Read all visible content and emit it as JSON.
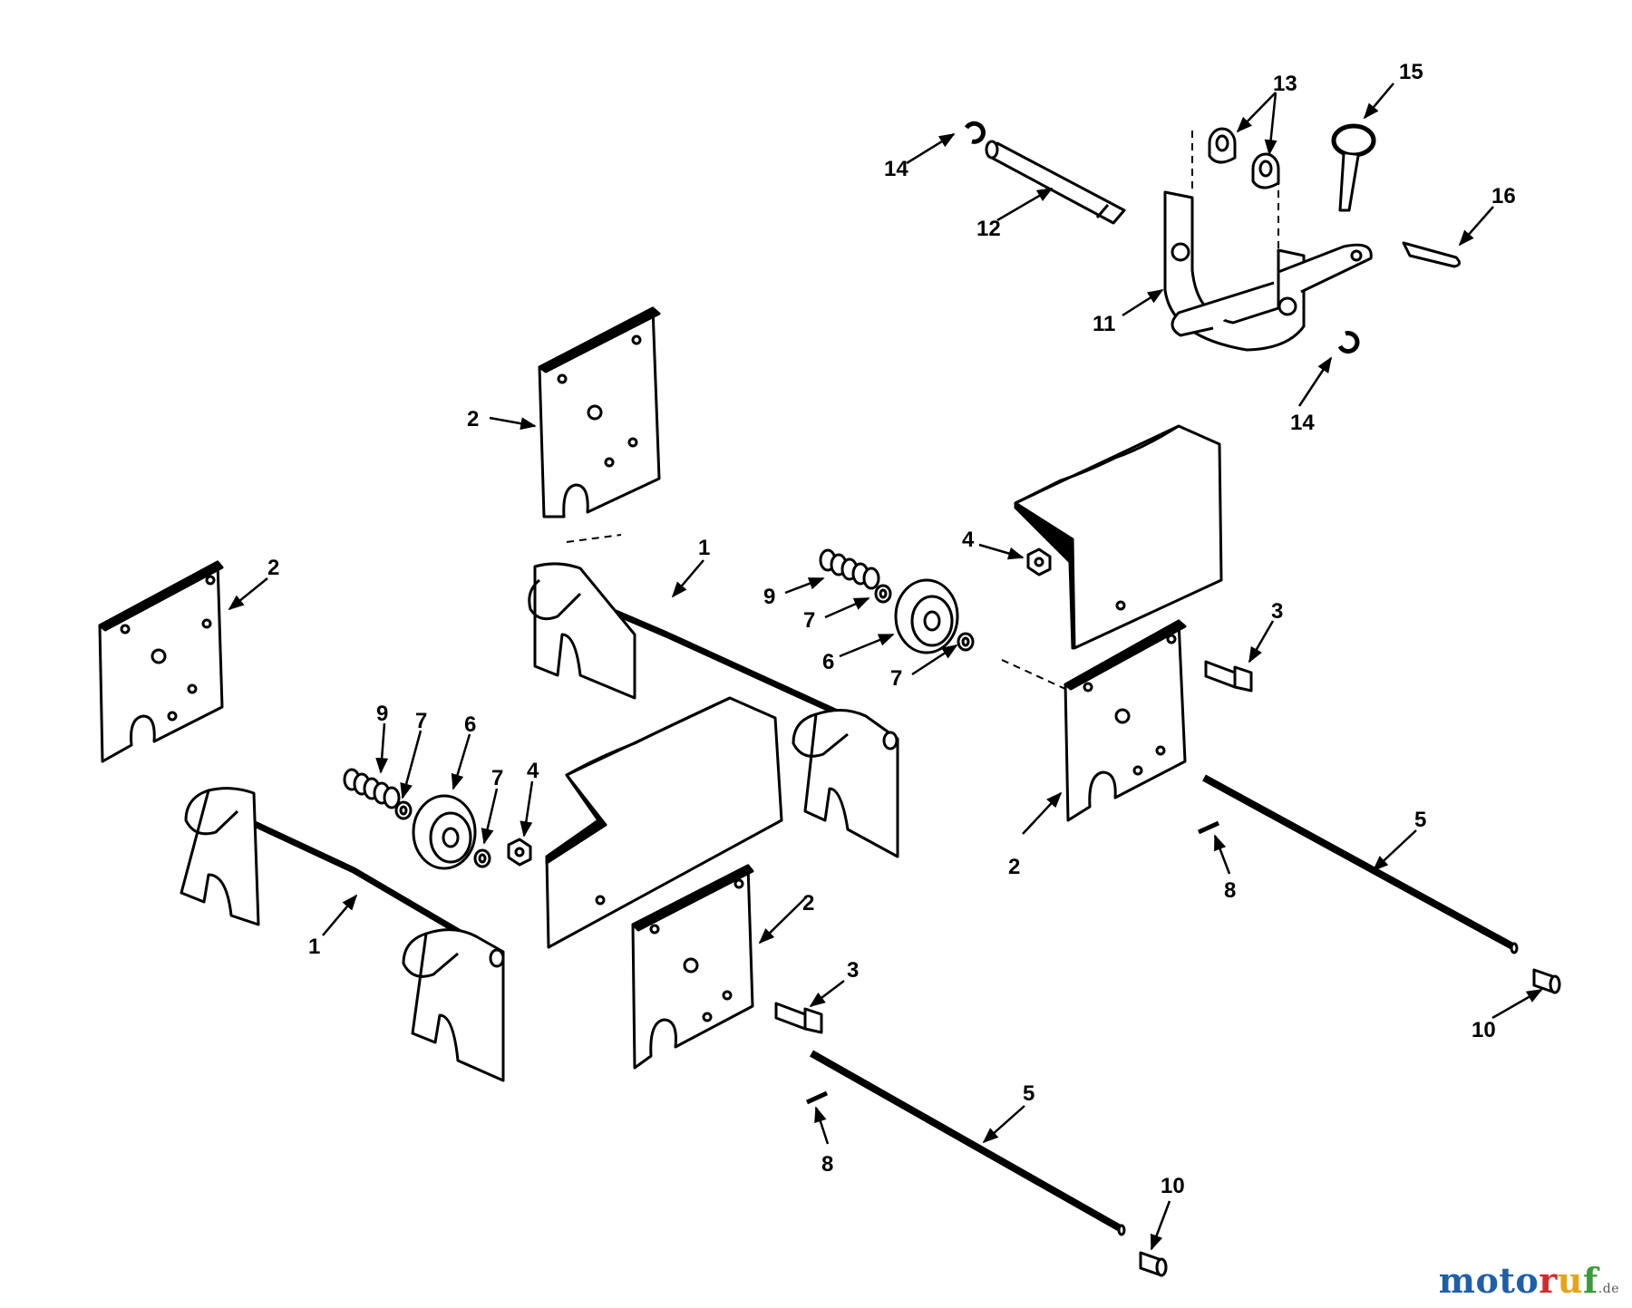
{
  "callouts": {
    "c1a": "1",
    "c1b": "1",
    "c2a": "2",
    "c2b": "2",
    "c2c": "2",
    "c2d": "2",
    "c3a": "3",
    "c3b": "3",
    "c4a": "4",
    "c4b": "4",
    "c5a": "5",
    "c5b": "5",
    "c6a": "6",
    "c6b": "6",
    "c7a": "7",
    "c7b": "7",
    "c7c": "7",
    "c7d": "7",
    "c8a": "8",
    "c8b": "8",
    "c9a": "9",
    "c9b": "9",
    "c10a": "10",
    "c10b": "10",
    "c11": "11",
    "c12": "12",
    "c13": "13",
    "c14a": "14",
    "c14b": "14",
    "c15": "15",
    "c16": "16"
  },
  "watermark": {
    "letters": [
      "m",
      "o",
      "t",
      "o",
      "r",
      "u",
      "f"
    ],
    "suffix": ".de",
    "colors": [
      "#1f5fa8",
      "#1f5fa8",
      "#1f5fa8",
      "#1f5fa8",
      "#d22b2b",
      "#e8a317",
      "#3a9b3a"
    ]
  }
}
